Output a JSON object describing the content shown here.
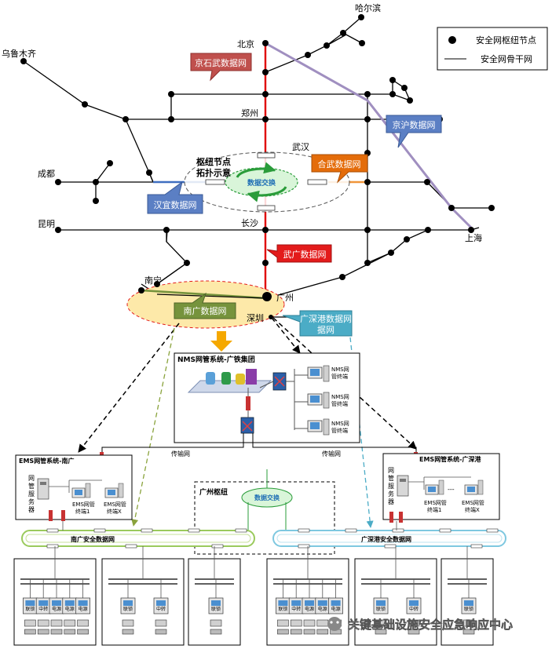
{
  "legend": {
    "node_label": "安全网枢纽节点",
    "line_label": "安全网骨干网"
  },
  "cities": {
    "harbin": "哈尔滨",
    "beijing": "北京",
    "urumqi": "乌鲁木齐",
    "zhengzhou": "郑州",
    "wuhan": "武汉",
    "chengdu": "成都",
    "changsha": "长沙",
    "kunming": "昆明",
    "shanghai": "上海",
    "nanning": "南宁",
    "guangzhou": "广州",
    "shenzhen": "深圳"
  },
  "callouts": {
    "jingshiwu": "京石武数据网",
    "jinghu": "京沪数据网",
    "hewu": "合武数据网",
    "hanyi": "汉宜数据网",
    "wuguang": "武广数据网",
    "nanguang": "南广数据网",
    "guangshengang": "广深港数据网"
  },
  "hub": {
    "title_line1": "枢纽节点",
    "title_line2": "拓扑示意",
    "ring": "数据交换"
  },
  "nms_group": {
    "title": "NMS网管系统-广铁集团",
    "terminals": [
      "NMS网管终端",
      "NMS网管终端",
      "NMS网管终端"
    ],
    "terminal_line1": "NMS网",
    "terminal_line2": "管终端"
  },
  "transport": {
    "left": "传输网",
    "right": "传输网"
  },
  "ems_nanguang": {
    "title": "EMS网管系统-南广",
    "server": "网管服务器",
    "term1_line1": "EMS网管",
    "term1_line2": "终端1",
    "term2_line1": "EMS网管",
    "term2_line2": "终端X"
  },
  "ems_guangshengang": {
    "title": "EMS网管系统-广深港",
    "server": "网管服务器",
    "term1_line1": "EMS网管",
    "term1_line2": "终端1",
    "term2_line1": "EMS网管",
    "term2_line2": "终端X"
  },
  "guangzhou_hub": {
    "title": "广州枢纽",
    "ring": "数据交换"
  },
  "rings": {
    "nanguang": "南广安全数据网",
    "guangshengang": "广深港安全数据网"
  },
  "station_labels": {
    "lianbiao": "联锁",
    "zhongzhuan": "中转",
    "dianyuan": "电源"
  },
  "watermark": "关键基础设施安全应急响应中心",
  "colors": {
    "red_line": "#e00000",
    "purple_line": "#a08fc0",
    "blue_line": "#3f6fc0",
    "orange_line": "#f0953a",
    "callout_red": "#c0504d",
    "callout_blue": "#5b7fc4",
    "callout_orange": "#e46c0a",
    "callout_green": "#76933c",
    "callout_cyan": "#4bacc6",
    "callout_wuguang": "#e31b1b",
    "ellipse_fill": "#fde9a9"
  }
}
